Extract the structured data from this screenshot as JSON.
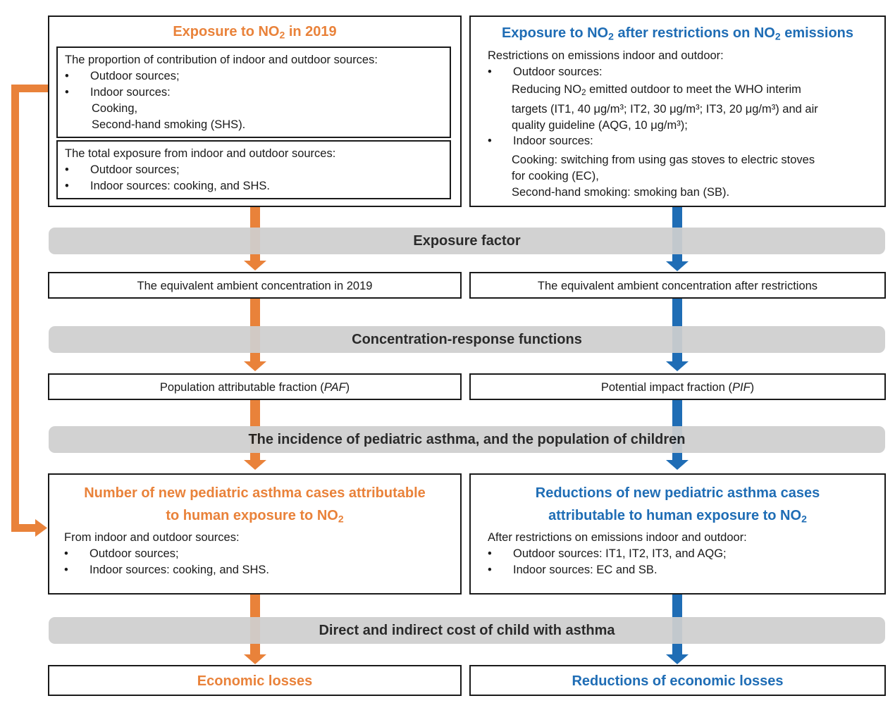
{
  "colors": {
    "orange": "#e9823a",
    "blue": "#1f6db5",
    "band": "#cfcfcf"
  },
  "left_top": {
    "title_pre": "Exposure to NO",
    "title_sub": "2",
    "title_post": " in 2019",
    "box1_heading": "The proportion of contribution of indoor and outdoor sources:",
    "box1_items": [
      "Outdoor sources;",
      "Indoor sources:"
    ],
    "box1_sub_items": [
      "Cooking,",
      "Second-hand smoking (SHS)."
    ],
    "box2_heading": "The total exposure from indoor and outdoor sources:",
    "box2_items": [
      "Outdoor sources;",
      "Indoor sources: cooking, and SHS."
    ]
  },
  "right_top": {
    "title_pre": "Exposure to NO",
    "title_sub": "2",
    "title_mid": " after restrictions on NO",
    "title_sub2": "2",
    "title_post": " emissions",
    "heading": "Restrictions on emissions indoor and outdoor:",
    "outdoor_label": "Outdoor sources:",
    "outdoor_text_1a": "Reducing NO",
    "outdoor_text_1sub": "2",
    "outdoor_text_1b": " emitted outdoor to meet the WHO interim",
    "outdoor_text_2": "targets (IT1, 40 μg/m³; IT2, 30 μg/m³; IT3, 20 μg/m³) and air",
    "outdoor_text_3": "quality guideline (AQG, 10 μg/m³);",
    "indoor_label": "Indoor sources:",
    "indoor_text_1": "Cooking: switching from using gas stoves to electric stoves",
    "indoor_text_2": "for cooking (EC),",
    "indoor_text_3": "Second-hand smoking: smoking ban (SB)."
  },
  "bands": {
    "exposure_factor": "Exposure factor",
    "crf": "Concentration-response functions",
    "incidence": "The incidence of pediatric asthma, and the population of children",
    "cost": "Direct and indirect cost of child with asthma"
  },
  "mid_boxes": {
    "left_concentration": "The equivalent ambient concentration in 2019",
    "right_concentration": "The equivalent ambient concentration after restrictions",
    "left_fraction_pre": "Population attributable fraction (",
    "left_fraction_it": "PAF",
    "left_fraction_post": ")",
    "right_fraction_pre": "Potential impact fraction (",
    "right_fraction_it": "PIF",
    "right_fraction_post": ")"
  },
  "left_cases": {
    "title_line1": "Number of new pediatric asthma cases attributable",
    "title_line2_pre": "to human exposure to NO",
    "title_line2_sub": "2",
    "heading": "From indoor and outdoor sources:",
    "items": [
      "Outdoor sources;",
      "Indoor sources: cooking, and SHS."
    ]
  },
  "right_cases": {
    "title_line1": "Reductions of new pediatric asthma cases",
    "title_line2_pre": "attributable to human exposure to NO",
    "title_line2_sub": "2",
    "heading": "After restrictions on emissions indoor and outdoor:",
    "items": [
      "Outdoor sources: IT1, IT2, IT3, and AQG;",
      "Indoor sources: EC and SB."
    ]
  },
  "bottom": {
    "left": "Economic losses",
    "right": "Reductions of economic losses"
  },
  "bullet": "•"
}
